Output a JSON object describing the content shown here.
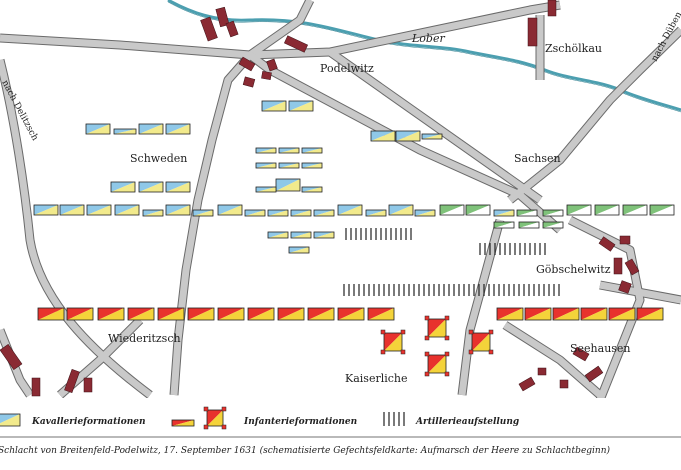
{
  "colors": {
    "swedish_a": "#8fc8e8",
    "swedish_b": "#f2ea8c",
    "saxon_a": "#7fc27a",
    "saxon_b": "#ffffff",
    "imperial_a": "#e8322d",
    "imperial_b": "#f4d33a",
    "river": "#4c9fb0",
    "road": "#c9c9c9",
    "road_outline": "#6a6a6a",
    "village": "#8a2a33"
  },
  "places": {
    "loeber": "Lober",
    "zschoelkau": "Zschölkau",
    "podelwitz": "Podelwitz",
    "nach_dueben": "nach Düben",
    "nach_delitzsch": "nach Delitzsch",
    "schweden": "Schweden",
    "sachsen": "Sachsen",
    "goebschelwitz": "Göbschelwitz",
    "wiederitzsch": "Wiederitzsch",
    "kaiserliche": "Kaiserliche",
    "seehausen": "Seehausen"
  },
  "legend": {
    "cavalry": "Kavallerieformationen",
    "infantry": "Infanterieformationen",
    "artillery": "Artillerieaufstellung"
  },
  "caption": "Schlacht von Breitenfeld-Podelwitz, 17. September 1631 (schematisierte Gefechtsfeldkarte: Aufmarsch der Heere zu Schlachtbeginn)"
}
